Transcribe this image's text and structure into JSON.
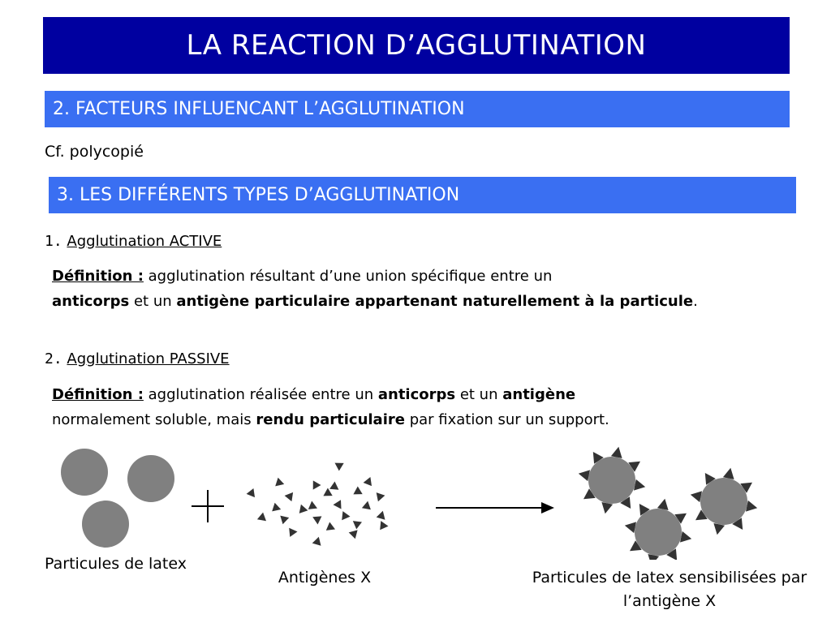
{
  "title": "LA REACTION D’AGGLUTINATION",
  "section2": "2. FACTEURS INFLUENCANT L’AGGLUTINATION",
  "reference": "Cf. polycopié",
  "section3": "3. LES DIFFÉRENTS TYPES D’AGGLUTINATION",
  "active": {
    "num": "1.",
    "heading": "Agglutination ACTIVE",
    "def_label": "Définition :",
    "t1": " agglutination résultant d’une union spécifique entre un",
    "b1": "anticorps",
    "t2": " et un ",
    "b2": "antigène particulaire appartenant naturellement à la particule",
    "t3": "."
  },
  "passive": {
    "num": "2.",
    "heading": "Agglutination PASSIVE",
    "def_label": "Définition :",
    "t1": " agglutination réalisée entre un ",
    "b1": "anticorps",
    "t2": " et un ",
    "b2": "antigène",
    "t3": " normalement soluble, mais ",
    "b3": "rendu particulaire",
    "t4": " par fixation sur un support."
  },
  "diagram": {
    "caption_latex": "Particules de latex",
    "caption_antigens": "Antigènes X",
    "caption_sensitized": "Particules de latex sensibilisées par l’antigène X",
    "plus_icon": "plus-icon",
    "arrow_icon": "arrow-right-icon",
    "colors": {
      "particle": "#808080",
      "antigen": "#333333",
      "outline": "#666666"
    }
  }
}
